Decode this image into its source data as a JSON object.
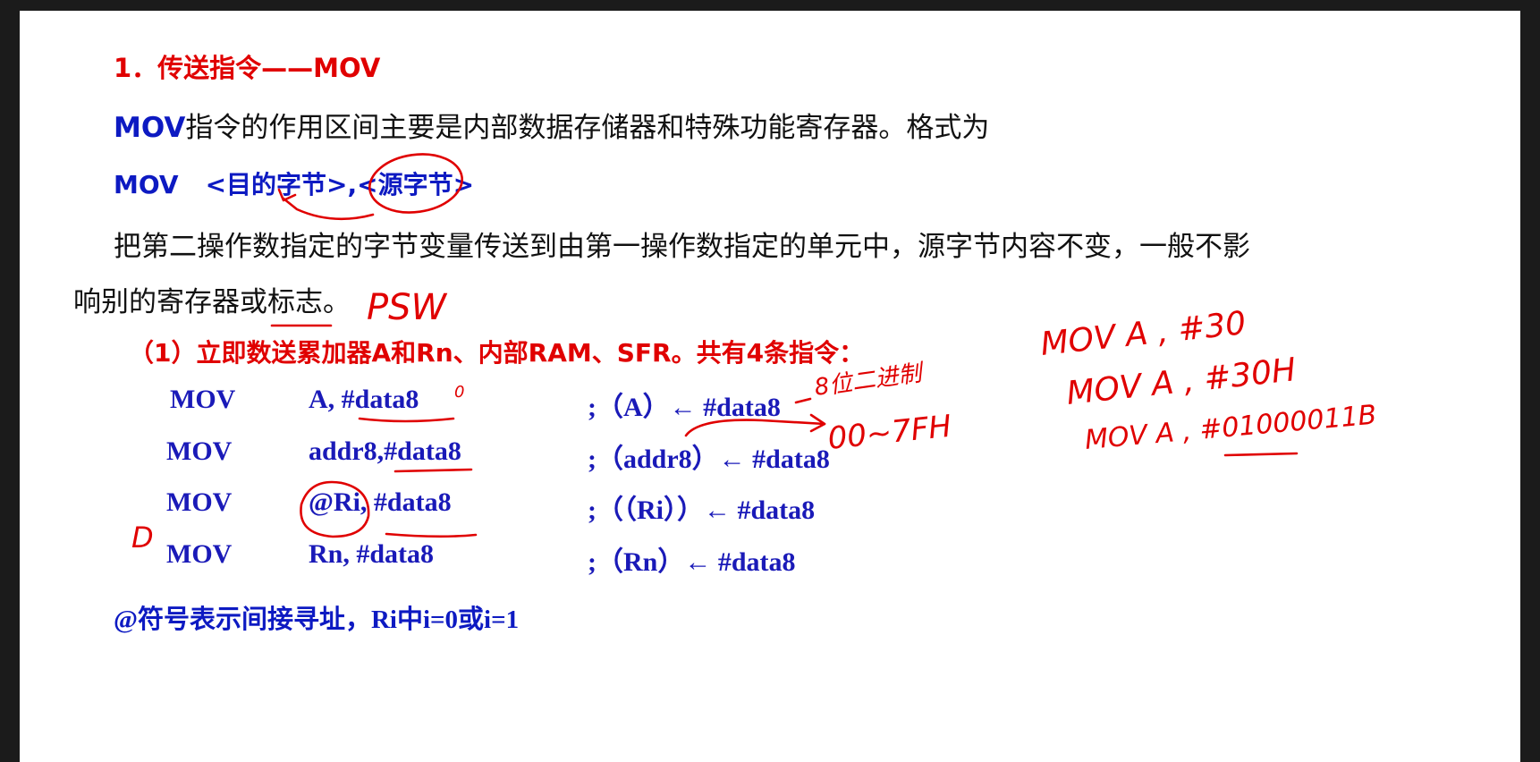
{
  "title": "1．传送指令——MOV",
  "intro": {
    "bold_word": "MOV",
    "text": "指令的作用区间主要是内部数据存储器和特殊功能寄存器。格式为"
  },
  "format": {
    "op": "MOV",
    "operands": "<目的字节>,<源字节>"
  },
  "description": {
    "line1": "把第二操作数指定的字节变量传送到由第一操作数指定的单元中，源字节内容不变，一般不影",
    "line2": "响别的寄存器或标志。"
  },
  "subheading": "（1）立即数送累加器A和Rn、内部RAM、SFR。共有4条指令：",
  "instructions": [
    {
      "op": "MOV",
      "operands": "A,  #data8",
      "comment": ";（A）← #data8"
    },
    {
      "op": "MOV",
      "operands": "addr8,#data8",
      "comment": ";（addr8）← #data8"
    },
    {
      "op": "MOV",
      "operands": "@Ri, #data8",
      "comment": ";（（Ri））← #data8"
    },
    {
      "op": "MOV",
      "operands": "Rn,  #data8",
      "comment": ";（Rn）← #data8"
    }
  ],
  "note": "@符号表示间接寻址，Ri中i=0或i=1",
  "annotations": {
    "psw": "PSW",
    "bits": "8位二进制",
    "range": "00~7FH",
    "mov1": "MOV A , #30",
    "mov2": "MOV A , #30H",
    "mov3": "MOV A , #01000011B",
    "mark_d": "D",
    "mark_0": "0",
    "ink_color": "#e00000"
  },
  "colors": {
    "title": "#e00000",
    "accent_blue": "#0d1ac2",
    "code_blue": "#1a1ab8",
    "ink": "#e00000"
  }
}
